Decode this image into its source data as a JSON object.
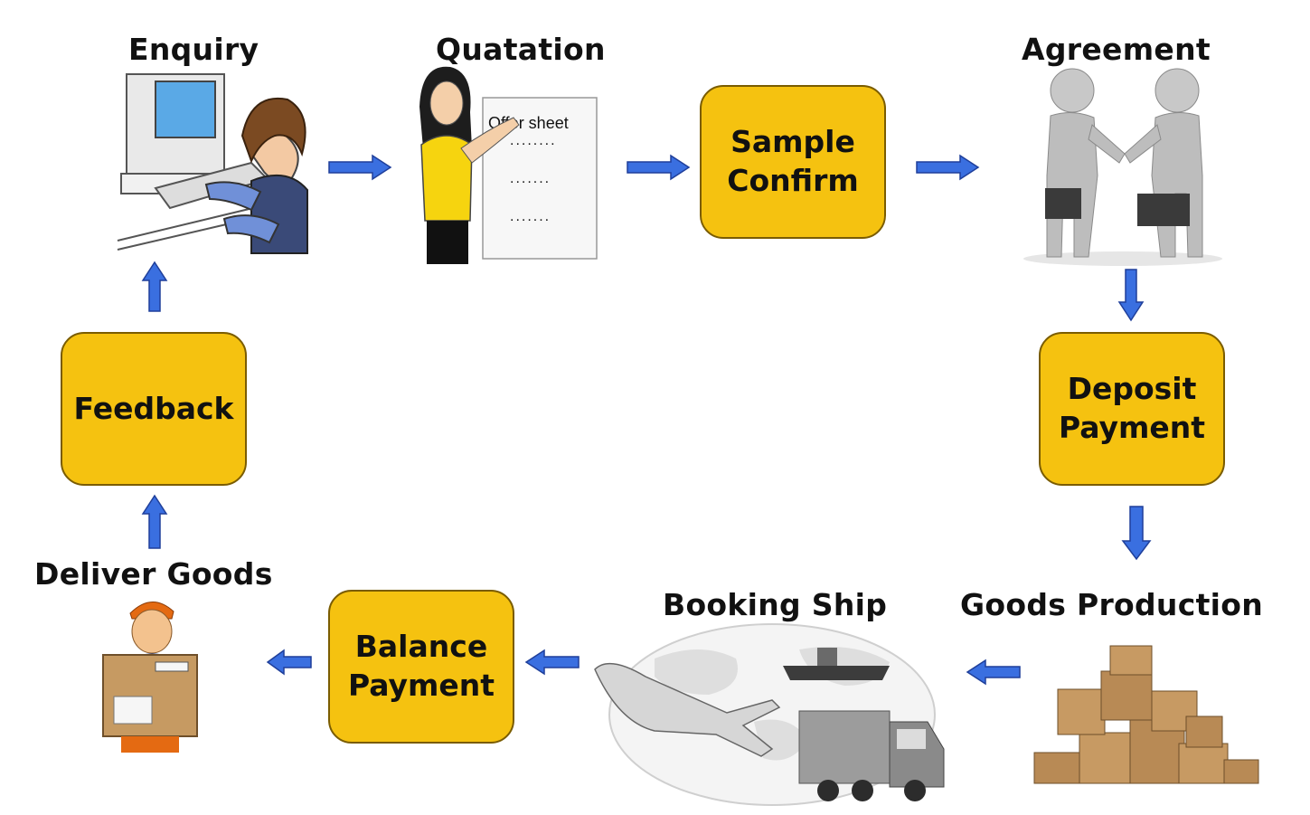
{
  "steps": {
    "enquiry": "Enquiry",
    "quotation": "Quatation",
    "offer_sheet": "Offer sheet",
    "sample_confirm": "Sample\nConfirm",
    "agreement": "Agreement",
    "deposit_payment": "Deposit\nPayment",
    "goods_production": "Goods Production",
    "booking_ship": "Booking Ship",
    "balance_payment": "Balance\nPayment",
    "deliver_goods": "Deliver Goods",
    "feedback": "Feedback"
  },
  "colors": {
    "box_fill": "#f5c210",
    "arrow": "#3a6fe0"
  }
}
